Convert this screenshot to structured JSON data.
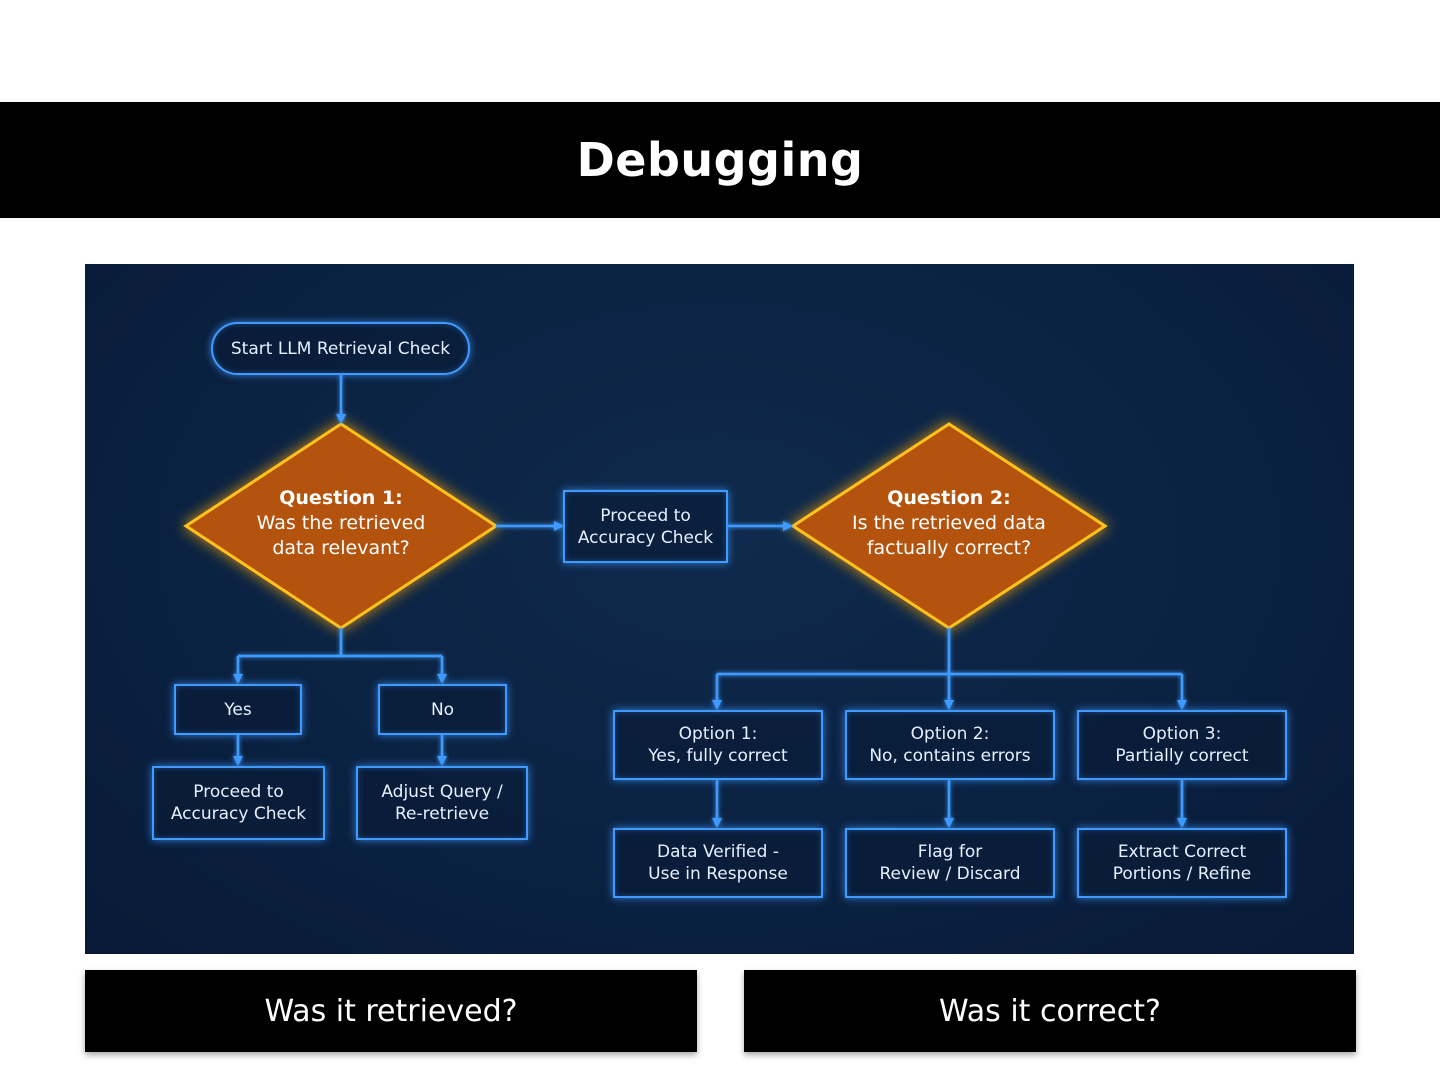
{
  "page": {
    "title": "Debugging"
  },
  "flowchart": {
    "start": "Start LLM Retrieval Check",
    "question1": {
      "label": "Question 1:",
      "text": "Was the retrieved\ndata relevant?"
    },
    "proceed_mid": "Proceed to\nAccuracy Check",
    "question2": {
      "label": "Question 2:",
      "text": "Is the retrieved data\nfactually correct?"
    },
    "q1_branches": {
      "yes": "Yes",
      "no": "No",
      "yes_result": "Proceed to\nAccuracy Check",
      "no_result": "Adjust Query /\nRe-retrieve"
    },
    "q2_options": [
      {
        "label": "Option 1:\nYes, fully correct",
        "result": "Data Verified -\nUse in Response"
      },
      {
        "label": "Option 2:\nNo, contains errors",
        "result": "Flag for\nReview / Discard"
      },
      {
        "label": "Option 3:\nPartially correct",
        "result": "Extract Correct\nPortions / Refine"
      }
    ],
    "colors": {
      "background": "#0b2242",
      "box_border": "#3f9bff",
      "diamond_fill": "#b3520a",
      "diamond_border": "#ffc21a"
    }
  },
  "captions": {
    "left": "Was it retrieved?",
    "right": "Was it correct?"
  }
}
